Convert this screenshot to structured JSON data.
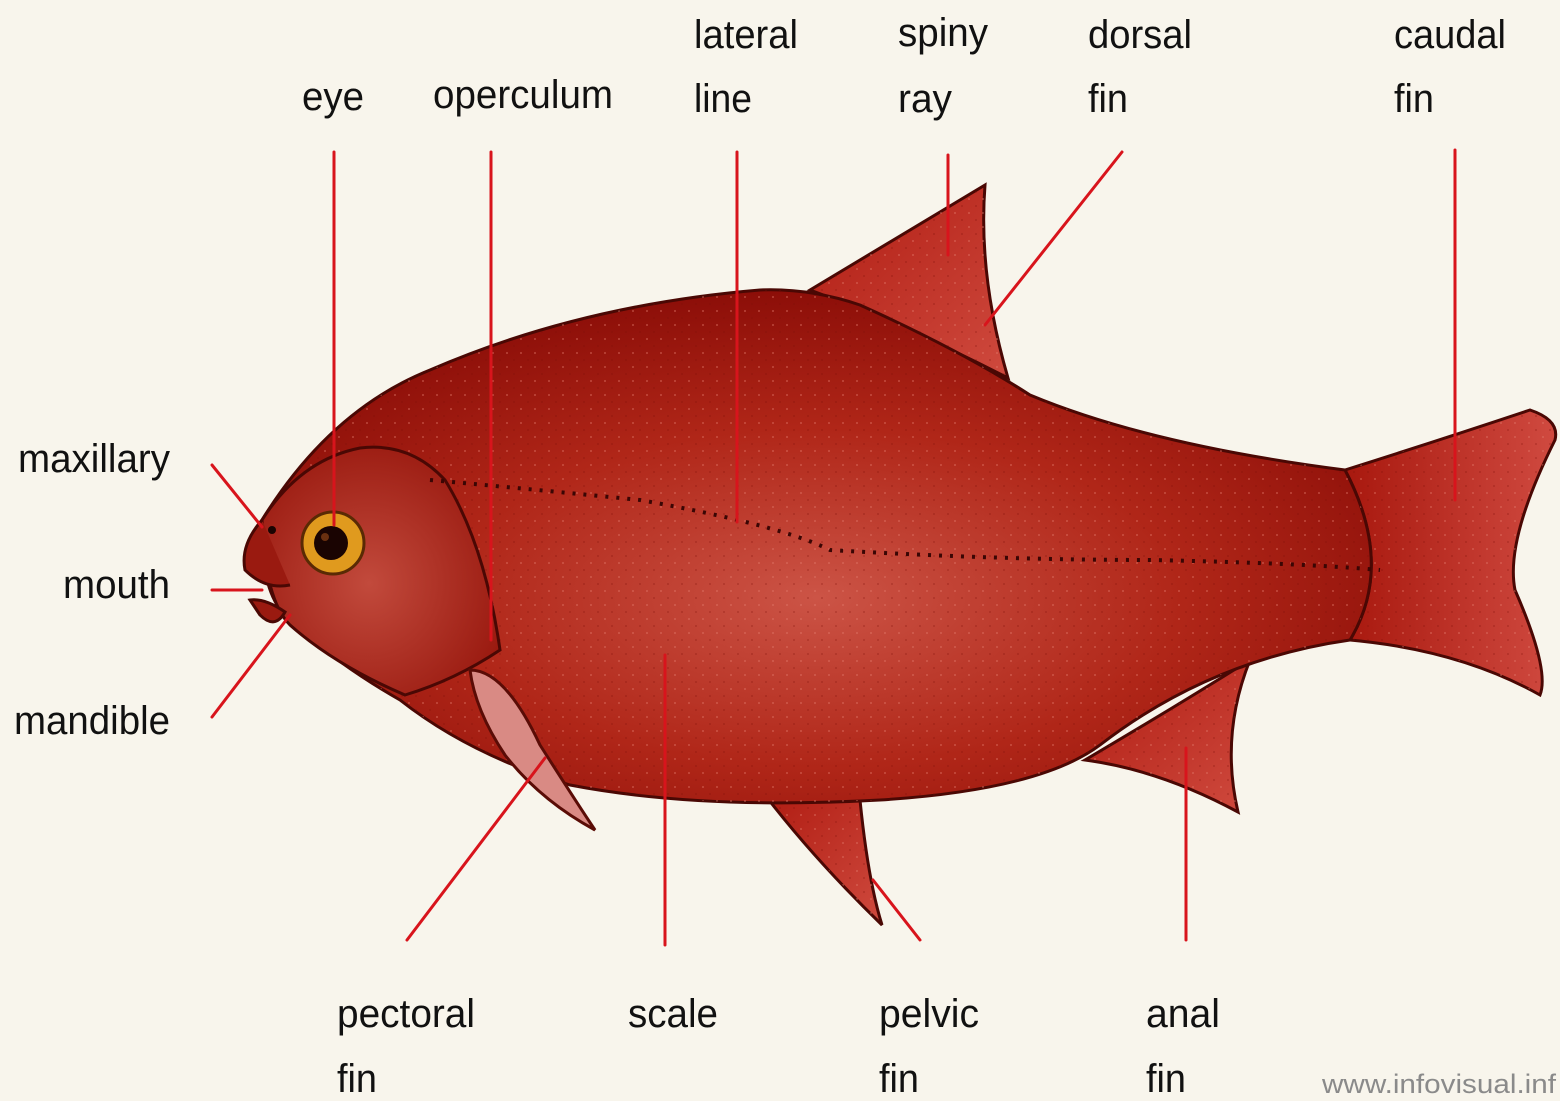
{
  "labels": {
    "eye": "eye",
    "operculum": "operculum",
    "lateral_line_1": "lateral",
    "lateral_line_2": "line",
    "spiny_ray_1": "spiny",
    "spiny_ray_2": "ray",
    "dorsal_fin_1": "dorsal",
    "dorsal_fin_2": "fin",
    "caudal_fin_1": "caudal",
    "caudal_fin_2": "fin",
    "maxillary": "maxillary",
    "mouth": "mouth",
    "mandible": "mandible",
    "pectoral_fin_1": "pectoral",
    "pectoral_fin_2": "fin",
    "scale": "scale",
    "pelvic_fin_1": "pelvic",
    "pelvic_fin_2": "fin",
    "anal_fin_1": "anal",
    "anal_fin_2": "fin"
  },
  "watermark": "www.infovisual.inf",
  "colors": {
    "background": "#f8f5ec",
    "body": "#a8150c",
    "body_light": "#c84a3c",
    "fin": "#c02a22",
    "eye_ring": "#e0a020",
    "leader": "#d8141c",
    "label_text": "#111111"
  }
}
